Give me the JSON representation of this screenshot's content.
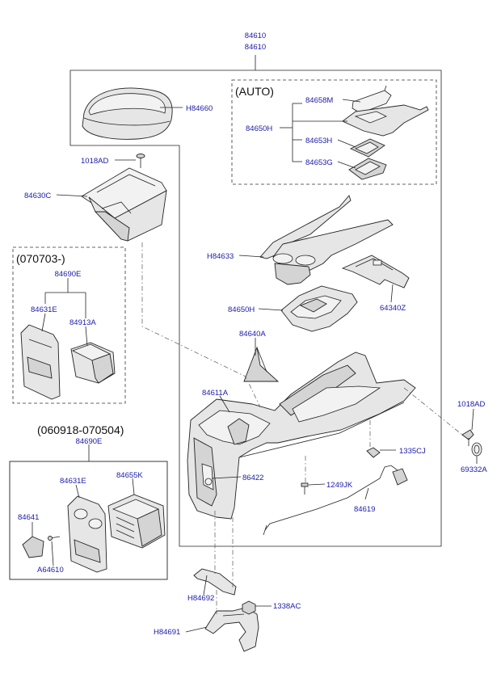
{
  "labels": {
    "top_1": "84610",
    "top_2": "84610",
    "auto_header": "(AUTO)",
    "h84660": "H84660",
    "l84658m": "84658M",
    "l84650h_top": "84650H",
    "l84653h": "84653H",
    "l84653g": "84653G",
    "l1018ad_left": "1018AD",
    "l84630c": "84630C",
    "group_070703": "(070703-)",
    "l84690e_a": "84690E",
    "l84631e_a": "84631E",
    "l84913a": "84913A",
    "h84633": "H84633",
    "l84650h_mid": "84650H",
    "l64340z": "64340Z",
    "l84640a": "84640A",
    "l84611a": "84611A",
    "l1018ad_right": "1018AD",
    "group_060918": "(060918-070504)",
    "l84690e_b": "84690E",
    "l1335cj": "1335CJ",
    "l86422": "86422",
    "l1249jk": "1249JK",
    "l69332a": "69332A",
    "l84631e_b": "84631E",
    "l84655k": "84655K",
    "l84619": "84619",
    "l84641": "84641",
    "a64610": "A64610",
    "h84692": "H84692",
    "l1338ac": "1338AC",
    "h84691": "H84691"
  }
}
